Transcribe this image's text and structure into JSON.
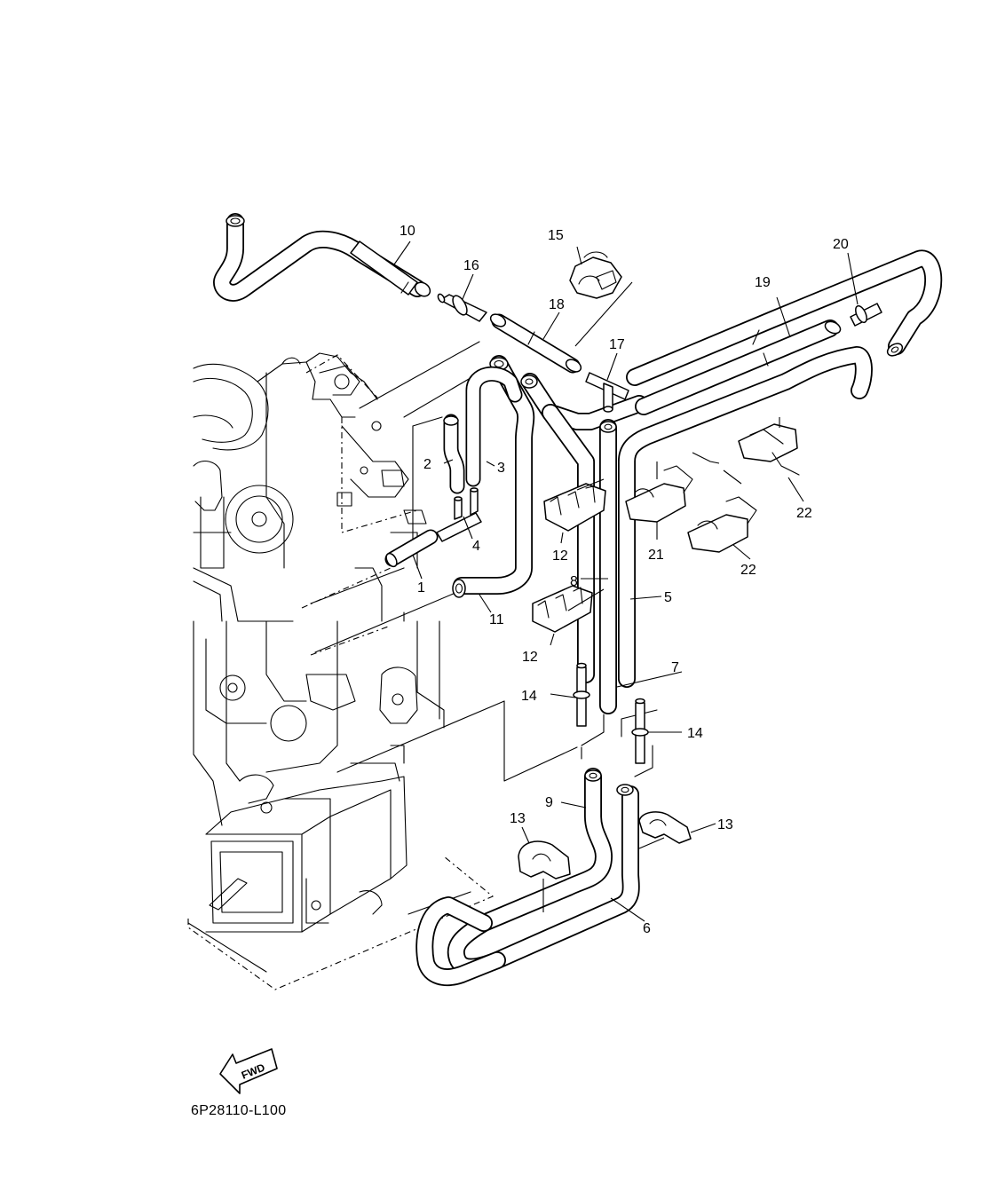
{
  "diagram": {
    "drawing_code": "6P28110-L100",
    "fwd_label": "FWD",
    "callouts": [
      {
        "id": "c1",
        "label": "1"
      },
      {
        "id": "c2",
        "label": "2"
      },
      {
        "id": "c3",
        "label": "3"
      },
      {
        "id": "c4",
        "label": "4"
      },
      {
        "id": "c5",
        "label": "5"
      },
      {
        "id": "c6",
        "label": "6"
      },
      {
        "id": "c7",
        "label": "7"
      },
      {
        "id": "c8",
        "label": "8"
      },
      {
        "id": "c9",
        "label": "9"
      },
      {
        "id": "c10",
        "label": "10"
      },
      {
        "id": "c11",
        "label": "11"
      },
      {
        "id": "c12a",
        "label": "12"
      },
      {
        "id": "c12b",
        "label": "12"
      },
      {
        "id": "c13a",
        "label": "13"
      },
      {
        "id": "c13b",
        "label": "13"
      },
      {
        "id": "c14a",
        "label": "14"
      },
      {
        "id": "c14b",
        "label": "14"
      },
      {
        "id": "c15",
        "label": "15"
      },
      {
        "id": "c16",
        "label": "16"
      },
      {
        "id": "c17",
        "label": "17"
      },
      {
        "id": "c18",
        "label": "18"
      },
      {
        "id": "c19",
        "label": "19"
      },
      {
        "id": "c20",
        "label": "20"
      },
      {
        "id": "c21",
        "label": "21"
      },
      {
        "id": "c22a",
        "label": "22"
      },
      {
        "id": "c22b",
        "label": "22"
      }
    ]
  }
}
